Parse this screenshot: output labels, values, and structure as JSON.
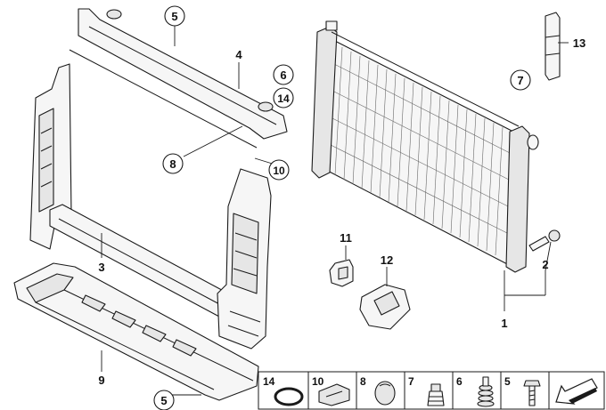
{
  "diagram": {
    "callouts": [
      {
        "id": "c5-top",
        "label": "5",
        "circled": true
      },
      {
        "id": "c4",
        "label": "4",
        "circled": false
      },
      {
        "id": "c6",
        "label": "6",
        "circled": true
      },
      {
        "id": "c14",
        "label": "14",
        "circled": true
      },
      {
        "id": "c8",
        "label": "8",
        "circled": true
      },
      {
        "id": "c10",
        "label": "10",
        "circled": true
      },
      {
        "id": "c7",
        "label": "7",
        "circled": true
      },
      {
        "id": "c13",
        "label": "13",
        "circled": false
      },
      {
        "id": "c11",
        "label": "11",
        "circled": false
      },
      {
        "id": "c12",
        "label": "12",
        "circled": false
      },
      {
        "id": "c2",
        "label": "2",
        "circled": false
      },
      {
        "id": "c1",
        "label": "1",
        "circled": false
      },
      {
        "id": "c3",
        "label": "3",
        "circled": false
      },
      {
        "id": "c9",
        "label": "9",
        "circled": false
      },
      {
        "id": "c5-bottom",
        "label": "5",
        "circled": true
      }
    ],
    "legend": [
      {
        "label": "14",
        "part_icon": "o-ring-icon"
      },
      {
        "label": "10",
        "part_icon": "clip-icon"
      },
      {
        "label": "8",
        "part_icon": "plug-cap-icon"
      },
      {
        "label": "7",
        "part_icon": "bleed-screw-icon"
      },
      {
        "label": "6",
        "part_icon": "rubber-mount-icon"
      },
      {
        "label": "5",
        "part_icon": "bolt-icon"
      },
      {
        "label": "",
        "part_icon": "direction-arrow-icon"
      }
    ],
    "colors": {
      "line": "#1a1a1a",
      "fill": "#f6f6f6",
      "shade": "#e6e6e6"
    }
  }
}
